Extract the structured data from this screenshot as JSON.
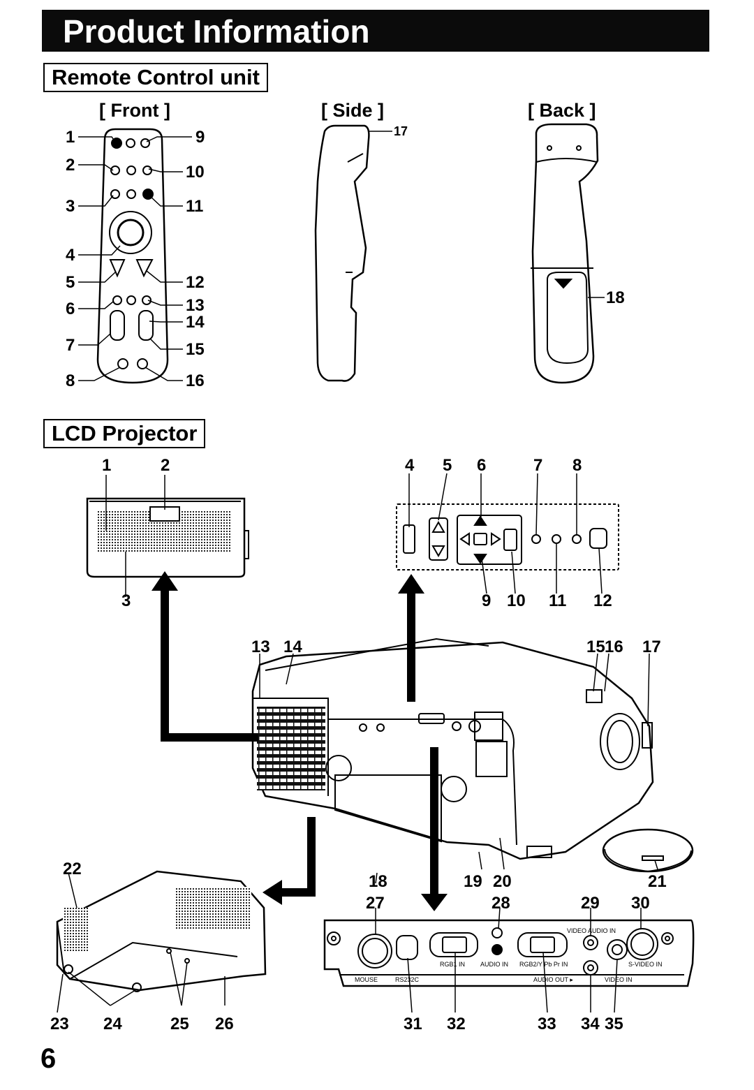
{
  "page": {
    "title": "Product Information",
    "page_number": "6"
  },
  "remote": {
    "heading": "Remote Control unit",
    "views": {
      "front": "[ Front ]",
      "side": "[ Side ]",
      "back": "[ Back ]"
    },
    "front_callouts": [
      "1",
      "2",
      "3",
      "4",
      "5",
      "6",
      "7",
      "8",
      "9",
      "10",
      "11",
      "12",
      "13",
      "14",
      "15",
      "16"
    ],
    "side_callout": "17",
    "back_callout": "18"
  },
  "projector": {
    "heading": "LCD Projector",
    "callouts": [
      "1",
      "2",
      "3",
      "4",
      "5",
      "6",
      "7",
      "8",
      "9",
      "10",
      "11",
      "12",
      "13",
      "14",
      "15",
      "16",
      "17",
      "18",
      "19",
      "20",
      "21",
      "22",
      "23",
      "24",
      "25",
      "26",
      "27",
      "28",
      "29",
      "30",
      "31",
      "32",
      "33",
      "34",
      "35"
    ],
    "panel_labels": {
      "mouse": "MOUSE",
      "rs232c": "RS232C",
      "rgb1_in": "RGB1 IN",
      "audio_in": "AUDIO IN",
      "rgb2_in": "RGB2/Y Pb Pr IN",
      "audio_out": "AUDIO OUT ▸",
      "video_audio_in": "VIDEO AUDIO IN",
      "svideo_in": "S-VIDEO IN",
      "video_in": "VIDEO IN"
    }
  }
}
